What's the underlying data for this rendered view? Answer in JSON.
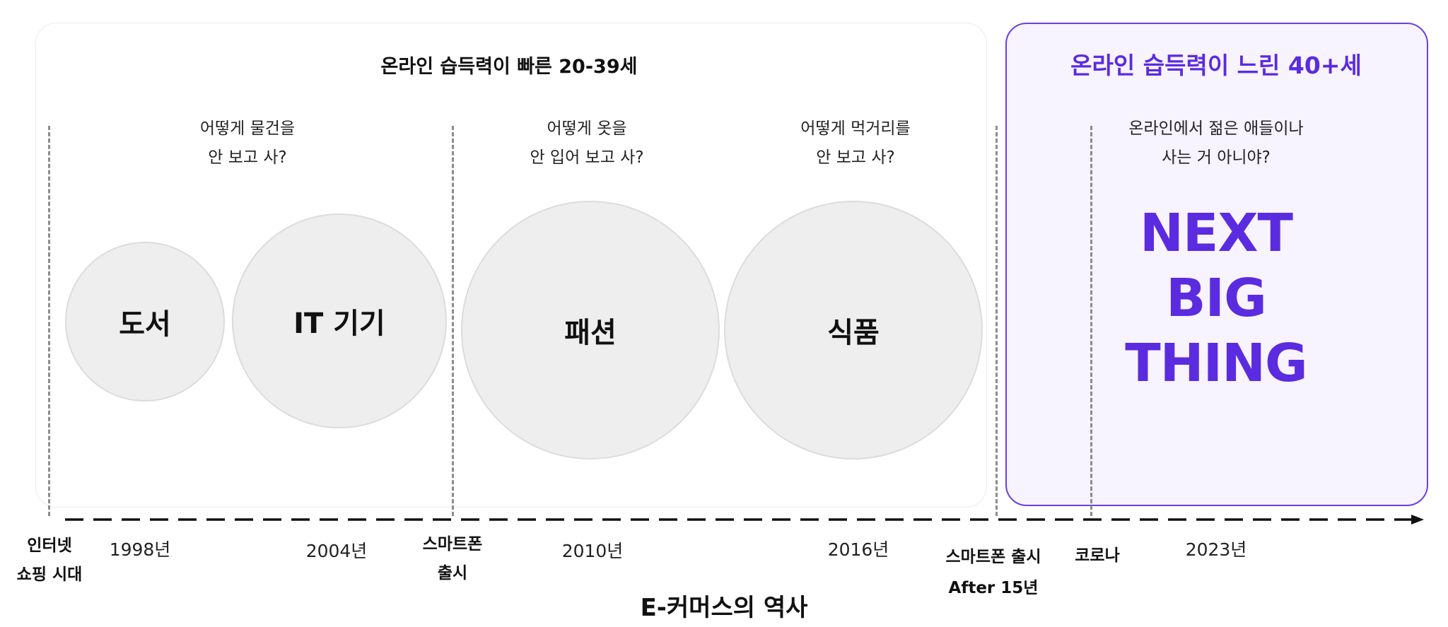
{
  "groups": {
    "young_title": "온라인 습득력이 빠른 20-39세",
    "older_title": "온라인 습득력이 느린 40+세"
  },
  "questions": {
    "goods": [
      "어떻게 물건을",
      "안 보고 사?"
    ],
    "clothes": [
      "어떻게 옷을",
      "안 입어 보고 사?"
    ],
    "food": [
      "어떻게 먹거리를",
      "안 보고 사?"
    ],
    "older": [
      "온라인에서 젊은 애들이나",
      "사는 거 아니야?"
    ]
  },
  "categories": {
    "books": "도서",
    "it": "IT 기기",
    "fashion": "패션",
    "food": "식품"
  },
  "next_big_thing": [
    "NEXT",
    "BIG",
    "THING"
  ],
  "timeline": {
    "internet": [
      "인터넷",
      "쇼핑 시대"
    ],
    "y1998": "1998년",
    "y2004": "2004년",
    "smartphone": [
      "스마트폰",
      "출시"
    ],
    "y2010": "2010년",
    "y2016": "2016년",
    "after15": [
      "스마트폰 출시",
      "After 15년"
    ],
    "corona": "코로나",
    "y2023": "2023년"
  },
  "footer_title": "E-커머스의 역사",
  "colors": {
    "accent": "#5b2be0",
    "accent_border": "#6a3fe6",
    "panel_tint": "#f7f3ff",
    "bubble": "#eeeeee"
  }
}
